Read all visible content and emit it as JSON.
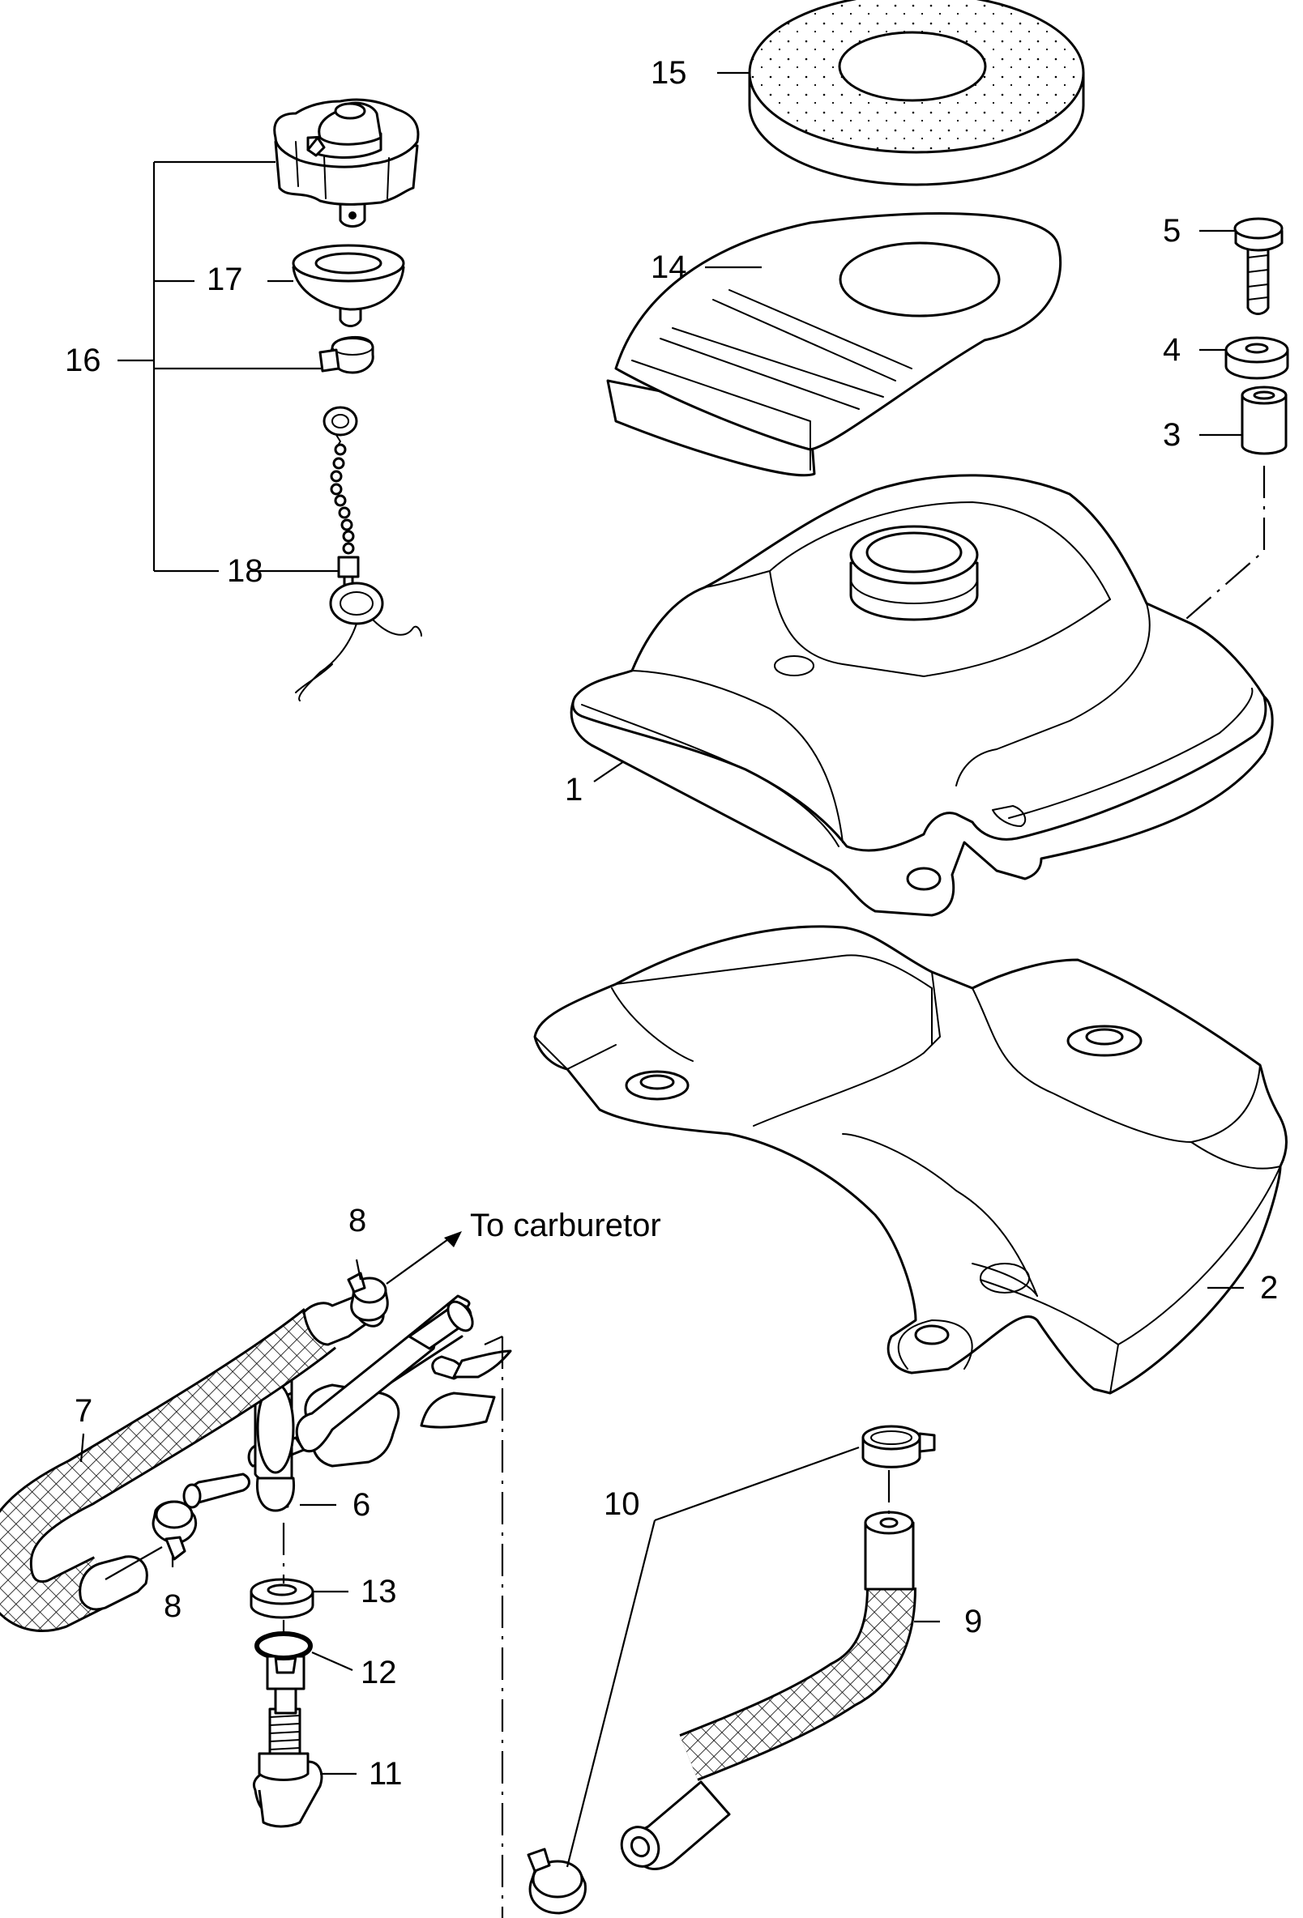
{
  "callouts": {
    "c1": "1",
    "c2": "2",
    "c3": "3",
    "c4": "4",
    "c5": "5",
    "c6": "6",
    "c7": "7",
    "c8a": "8",
    "c8b": "8",
    "c9": "9",
    "c10": "10",
    "c11": "11",
    "c12": "12",
    "c13": "13",
    "c14": "14",
    "c15": "15",
    "c16": "16",
    "c17": "17",
    "c18": "18"
  },
  "annotation": "To carburetor"
}
